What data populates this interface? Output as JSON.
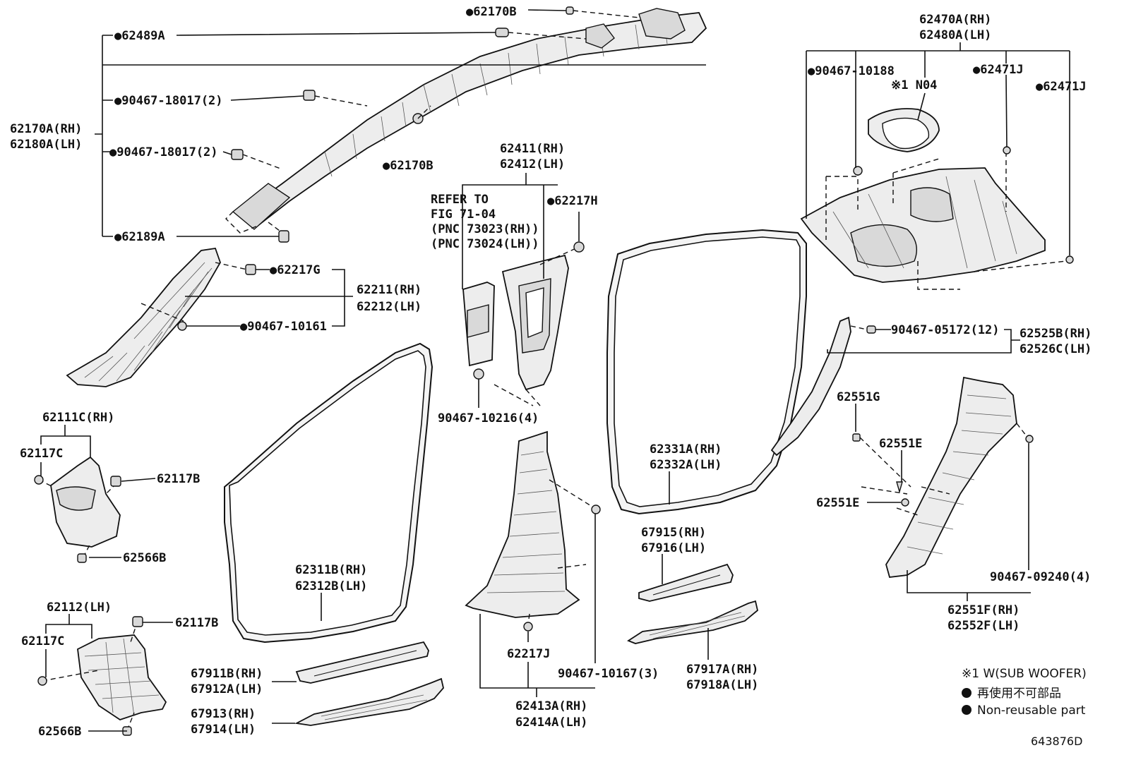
{
  "diagram": {
    "labels": {
      "l_62170B_top": "●62170B",
      "l_62489A": "●62489A",
      "l_90467_18017_a": "●90467-18017(2)",
      "l_62170A_rh": "62170A(RH)",
      "l_62180A_lh": "62180A(LH)",
      "l_90467_18017_b": "●90467-18017(2)",
      "l_62170B_mid": "●62170B",
      "l_62189A": "●62189A",
      "l_62217G": "●62217G",
      "l_62211": "62211(RH)",
      "l_62212": "62212(LH)",
      "l_90467_10161": "●90467-10161",
      "l_62411": "62411(RH)",
      "l_62412": "62412(LH)",
      "l_refer1": "REFER TO",
      "l_refer2": "FIG 71-04",
      "l_refer3": "(PNC 73023(RH))",
      "l_refer4": "(PNC 73024(LH))",
      "l_62217H": "●62217H",
      "l_90467_10216": "90467-10216(4)",
      "l_62470A": "62470A(RH)",
      "l_62480A": "62480A(LH)",
      "l_90467_10188": "●90467-10188",
      "l_N04": "※1 N04",
      "l_62471J_a": "●62471J",
      "l_62471J_b": "●62471J",
      "l_90467_05172": "90467-05172(12)",
      "l_62525B": "62525B(RH)",
      "l_62526C": "62526C(LH)",
      "l_62111C": "62111C(RH)",
      "l_62117C_a": "62117C",
      "l_62117B_a": "62117B",
      "l_62566B_a": "62566B",
      "l_62311B": "62311B(RH)",
      "l_62312B": "62312B(LH)",
      "l_62331A": "62331A(RH)",
      "l_62332A": "62332A(LH)",
      "l_62551G": "62551G",
      "l_62551E_a": "62551E",
      "l_62551E_b": "62551E",
      "l_90467_09240": "90467-09240(4)",
      "l_62551F": "62551F(RH)",
      "l_62552F": "62552F(LH)",
      "l_67915": "67915(RH)",
      "l_67916": "67916(LH)",
      "l_62112": "62112(LH)",
      "l_62117C_b": "62117C",
      "l_62117B_b": "62117B",
      "l_62566B_b": "62566B",
      "l_67911B": "67911B(RH)",
      "l_67912A": "67912A(LH)",
      "l_67913": "67913(RH)",
      "l_67914": "67914(LH)",
      "l_62217J": "62217J",
      "l_90467_10167": "90467-10167(3)",
      "l_62413A": "62413A(RH)",
      "l_62414A": "62414A(LH)",
      "l_67917A": "67917A(RH)",
      "l_67918A": "67918A(LH)"
    },
    "legend": {
      "note": "※1 W(SUB WOOFER)",
      "jp": "再使用不可部品",
      "en": "Non-reusable part"
    },
    "figure_code": "643876D"
  }
}
